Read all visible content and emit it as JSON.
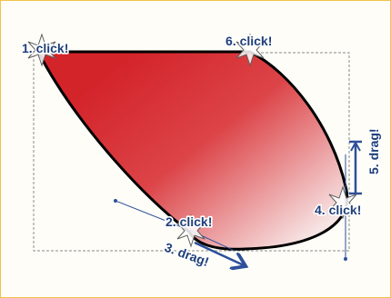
{
  "annotations": {
    "step1": "1. click!",
    "step2": "2. click!",
    "step3": "3. drag!",
    "step4": "4. click!",
    "step5": "5. drag!",
    "step6": "6. click!"
  },
  "colors": {
    "frame_border": "#f2c24a",
    "shape_fill_dark": "#d3242a",
    "shape_fill_light": "#f6dede",
    "shape_stroke": "#000000",
    "label_text": "#1f3f7a",
    "label_outline": "#ffffff",
    "handle_line": "#2d4f9b",
    "bbox_dash": "#808080"
  },
  "icons": [
    "click-star-icon",
    "drag-arrow-icon"
  ]
}
